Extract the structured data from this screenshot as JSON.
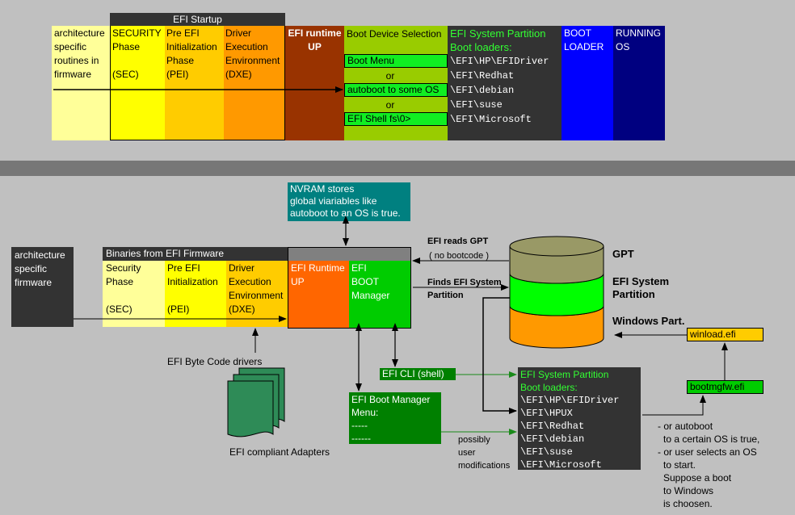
{
  "top": {
    "startup_header": "EFI Startup",
    "arch": [
      "architecture",
      "specific",
      "routines in",
      "firmware"
    ],
    "sec": {
      "lines": [
        "SECURITY",
        "Phase"
      ],
      "abbr": "(SEC)"
    },
    "pei": {
      "lines": [
        "Pre EFI",
        "Initialization",
        "Phase"
      ],
      "abbr": "(PEI)"
    },
    "dxe": {
      "lines": [
        "Driver",
        "Execution",
        "Environment"
      ],
      "abbr": "(DXE)"
    },
    "runtime": [
      "EFI runtime",
      "UP"
    ],
    "bds": {
      "title": "Boot Device Selection",
      "boot_menu": "Boot Menu",
      "or1": "or",
      "autoboot": "autoboot to some OS",
      "or2": "or",
      "shell": "EFI Shell fs\\0>"
    },
    "esp": {
      "title": "EFI System Partition",
      "subtitle": "Boot loaders:",
      "paths": [
        "\\EFI\\HP\\EFIDriver",
        "\\EFI\\Redhat",
        "\\EFI\\debian",
        "\\EFI\\suse",
        "\\EFI\\Microsoft"
      ]
    },
    "bootloader": [
      "BOOT",
      "LOADER"
    ],
    "running": [
      "RUNNING",
      "OS"
    ]
  },
  "bottom": {
    "arch": [
      "architecture",
      "specific",
      "firmware"
    ],
    "binaries_header": "Binaries from EFI Firmware",
    "sec": {
      "lines": [
        "Security",
        "Phase"
      ],
      "abbr": "(SEC)"
    },
    "pei": {
      "lines": [
        "Pre EFI",
        "Initialization"
      ],
      "abbr": "(PEI)"
    },
    "dxe": {
      "lines": [
        "Driver",
        "Execution",
        "Environment"
      ],
      "abbr": "(DXE)"
    },
    "nvram": [
      "NVRAM stores",
      "global viariables like",
      "autoboot to an OS is true."
    ],
    "runtime": [
      "EFI Runtime",
      "UP"
    ],
    "boot_manager": [
      "EFI",
      "BOOT",
      "Manager"
    ],
    "reads_gpt": "EFI reads GPT",
    "no_bootcode": "( no bootcode )",
    "finds_esp": [
      "Finds EFI System",
      "Partition"
    ],
    "gpt": "GPT",
    "esp_label": [
      "EFI System",
      "Partition"
    ],
    "windows_part": "Windows Part.",
    "winload": "winload.efi",
    "bootmgfw": "bootmgfw.efi",
    "bytecode": "EFI Byte Code drivers",
    "adapters": "EFI compliant Adapters",
    "cli": "EFI CLI (shell)",
    "bm_menu": [
      "EFI Boot Manager",
      "Menu:",
      "-----",
      "------"
    ],
    "possibly": [
      "possibly",
      "user",
      "modifications"
    ],
    "esp": {
      "title": "EFI System Partition",
      "subtitle": "Boot loaders:",
      "paths": [
        "\\EFI\\HP\\EFIDriver",
        "\\EFI\\HPUX",
        "\\EFI\\Redhat",
        "\\EFI\\debian",
        "\\EFI\\suse",
        "\\EFI\\Microsoft"
      ]
    },
    "or_autoboot": [
      "- or autoboot",
      "to a certain OS is true,",
      "- or user selects an OS",
      "to start.",
      "Suppose a boot",
      "to Windows",
      "is choosen."
    ]
  }
}
